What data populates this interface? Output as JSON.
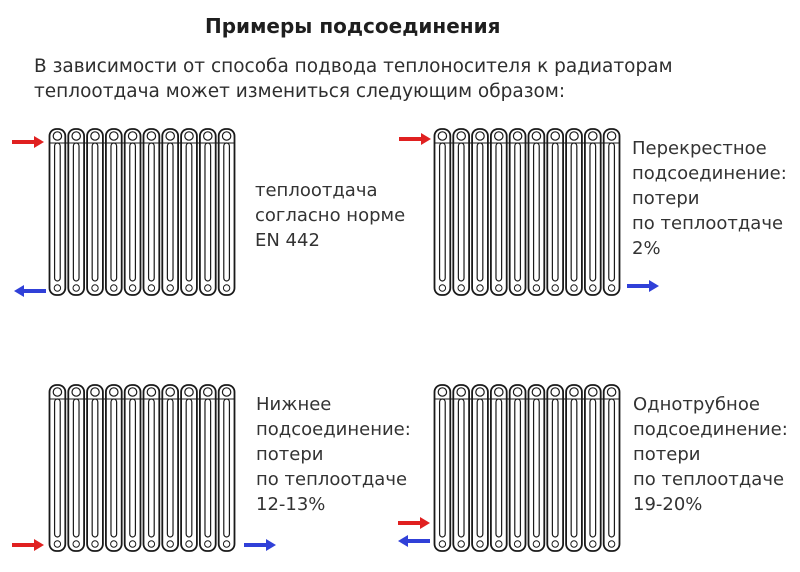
{
  "header": {
    "title": "Примеры подсоединения",
    "intro_lines": [
      "В зависимости от способа подвода теплоносителя к радиаторам",
      "теплоотдача может измениться следующим образом:"
    ]
  },
  "colors": {
    "supply_arrow": "#e02020",
    "return_arrow": "#3040d8",
    "radiator_stroke": "#1a1a1a"
  },
  "examples": [
    {
      "name": "standard",
      "caption_lines": [
        "теплоотдача",
        "согласно норме",
        "EN 442"
      ]
    },
    {
      "name": "diagonal",
      "caption_lines": [
        "Перекрестное",
        "подсоединение:",
        "потери",
        "по теплоотдаче",
        "2%"
      ]
    },
    {
      "name": "bottom",
      "caption_lines": [
        "Нижнее",
        "подсоединение:",
        "потери",
        "по теплоотдаче",
        "12-13%"
      ]
    },
    {
      "name": "single-pipe",
      "caption_lines": [
        "Однотрубное",
        "подсоединение:",
        "потери",
        "по теплоотдаче",
        "19-20%"
      ]
    }
  ]
}
